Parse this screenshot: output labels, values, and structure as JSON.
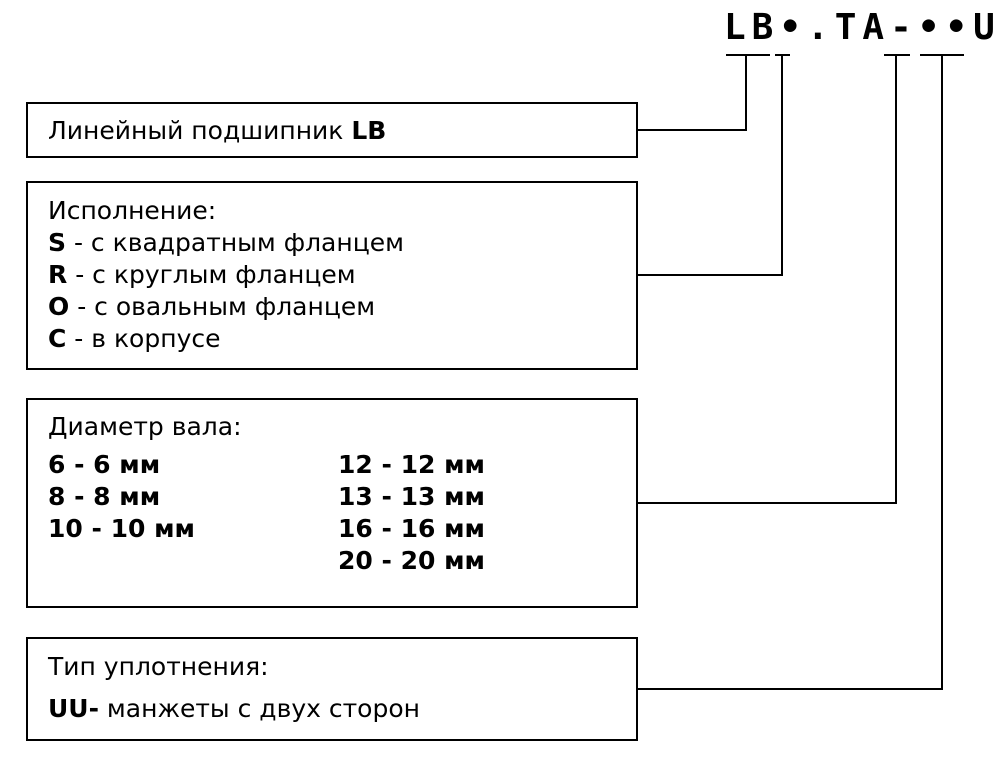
{
  "designation": {
    "part1": "LB",
    "dot1": "•",
    "part2": ".TA-",
    "dots2": "••",
    "part3": "UU"
  },
  "bearing_box": {
    "text": "Линейный подшипник ",
    "bold": "LB"
  },
  "design_box": {
    "heading": "Исполнение:",
    "items": [
      {
        "code": "S",
        "text": " - с квадратным фланцем"
      },
      {
        "code": "R",
        "text": " - с круглым фланцем"
      },
      {
        "code": "O",
        "text": " - с овальным фланцем"
      },
      {
        "code": "C",
        "text": " - в корпусе"
      }
    ]
  },
  "diameter_box": {
    "heading": "Диаметр вала:",
    "left": [
      "6 - 6 мм",
      "8 - 8 мм",
      "10 - 10 мм"
    ],
    "right": [
      "12 - 12 мм",
      "13 - 13 мм",
      "16 - 16 мм",
      "20 - 20 мм"
    ]
  },
  "seal_box": {
    "heading": "Тип уплотнения:",
    "code": "UU-",
    "text": " манжеты с двух сторон"
  }
}
